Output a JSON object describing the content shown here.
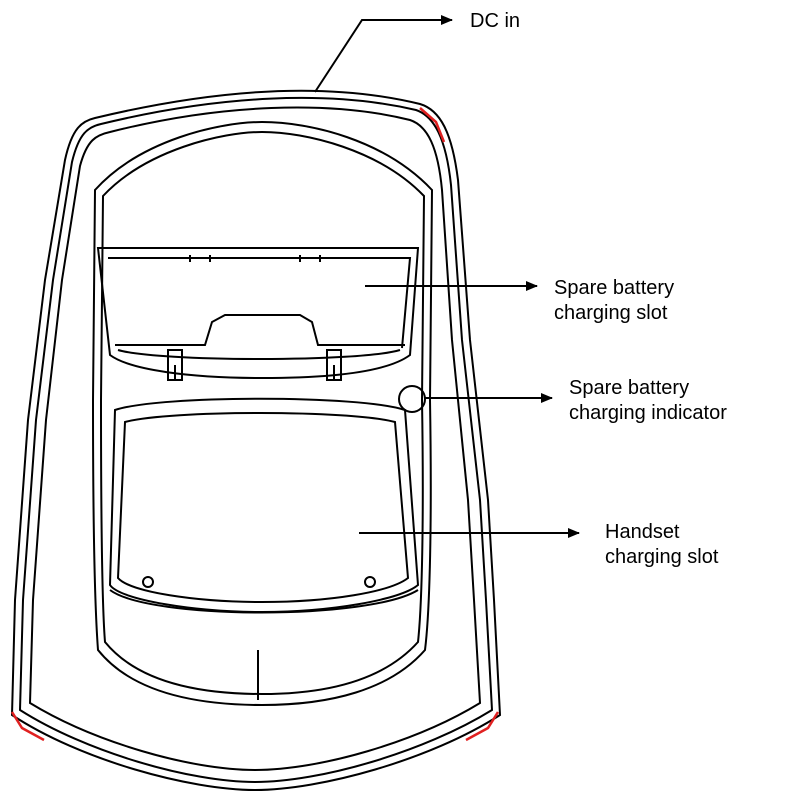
{
  "labels": {
    "dc_in": "DC in",
    "spare_battery_slot": [
      "Spare battery",
      "charging slot"
    ],
    "spare_battery_indicator": [
      "Spare battery",
      "charging indicator"
    ],
    "handset_slot": [
      "Handset",
      "charging slot"
    ]
  },
  "colors": {
    "line": "#000000",
    "accent": "#e02020",
    "background": "#ffffff"
  }
}
